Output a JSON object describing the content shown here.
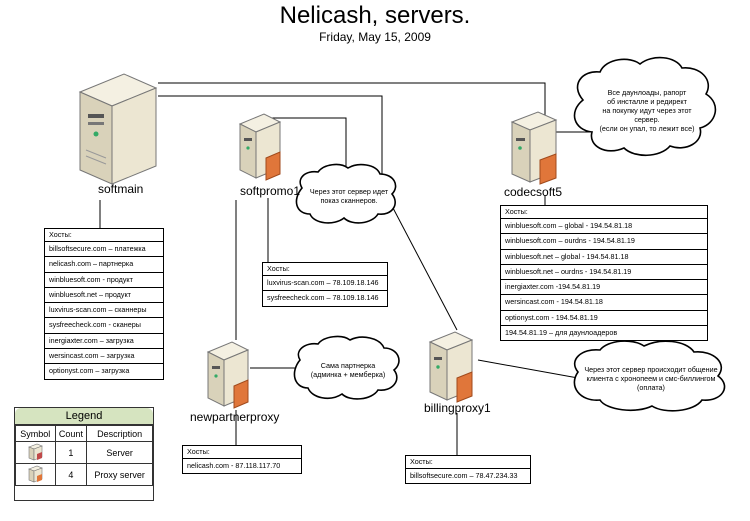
{
  "title": "Nelicash, servers.",
  "subtitle": "Friday, May 15, 2009",
  "servers": {
    "softmain": "softmain",
    "softpromo1": "softpromo1",
    "codecsoft5": "codecsoft5",
    "newpartnerproxy": "newpartnerproxy",
    "billingproxy1": "billingproxy1"
  },
  "hosts_header": "Хосты:",
  "softmain_hosts": [
    "billsoftsecure.com – платежка",
    "nelicash.com – партнерка",
    "winbluesoft.com - продукт",
    "winbluesoft.net – продукт",
    "luxvirus-scan.com – сканнеры",
    "sysfreecheck.com - сканеры",
    "inergiaxter.com – загрузка",
    "wersincast.com – загрузка",
    "optionyst.com – загрузка"
  ],
  "softpromo1_hosts": [
    "luxvirus-scan.com – 78.109.18.146",
    "sysfreecheck.com – 78.109.18.146"
  ],
  "codecsoft5_hosts": [
    "winbluesoft.com – global - 194.54.81.18",
    "winbluesoft.com – ourdns - 194.54.81.19",
    "winbluesoft.net – global - 194.54.81.18",
    "winbluesoft.net – ourdns - 194.54.81.19",
    "inergiaxter.com -194.54.81.19",
    "wersincast.com - 194.54.81.18",
    "optionyst.com - 194.54.81.19",
    "194.54.81.19 – для даунлоадеров"
  ],
  "newpartnerproxy_hosts": [
    "nelicash.com - 87.118.117.70"
  ],
  "billingproxy1_hosts": [
    "billsoftsecure.com – 78.47.234.33"
  ],
  "clouds": {
    "codecsoft5": [
      "Все даунлоады, рапорт",
      "об инсталле и редирект",
      "на покупку идут через этот",
      "сервер.",
      "(если он упал, то лежит все)"
    ],
    "softpromo1": [
      "Через этот сервер идет",
      "показ сканнеров."
    ],
    "newpartnerproxy": [
      "Сама партнерка",
      "(админка + мемберка)"
    ],
    "billingproxy1": [
      "Через этот сервер происходит общение",
      "клиента с хронопеем и смс-биллингом",
      "(оплата)"
    ]
  },
  "legend": {
    "title": "Legend",
    "col_symbol": "Symbol",
    "col_count": "Count",
    "col_description": "Description",
    "rows": [
      {
        "count": "1",
        "description": "Server"
      },
      {
        "count": "4",
        "description": "Proxy server"
      }
    ]
  },
  "icons": {
    "softmain": "tower-server-icon",
    "softpromo1": "proxy-server-icon",
    "codecsoft5": "proxy-server-icon",
    "newpartnerproxy": "proxy-server-icon",
    "billingproxy1": "proxy-server-icon"
  },
  "colors": {
    "server_body": "#e8e0c8",
    "proxy_accent": "#e0763a",
    "legend_header": "#d6e4c0"
  }
}
